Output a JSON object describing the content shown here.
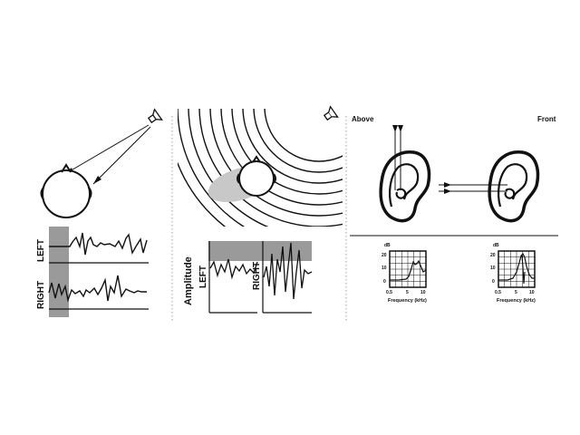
{
  "panel1": {
    "labels": {
      "left": "LEFT",
      "right": "RIGHT"
    }
  },
  "panel2": {
    "labels": {
      "amplitude": "Amplitude",
      "left": "LEFT",
      "right": "RIGHT"
    }
  },
  "panel3": {
    "labels": {
      "above": "Above",
      "front": "Front"
    },
    "graph": {
      "ylabel": "dB",
      "yticks": [
        "20",
        "10",
        "0"
      ],
      "xticks": [
        "0.5",
        "5",
        "10"
      ],
      "xlabel": "Frequency (kHz)"
    }
  },
  "colors": {
    "ink": "#111111",
    "shade_dark": "#9a9a9a",
    "shade_light": "#c8c8c8",
    "divider": "#9a9a9a"
  },
  "icons": [
    "speaker-icon",
    "head-icon",
    "ear-icon"
  ]
}
